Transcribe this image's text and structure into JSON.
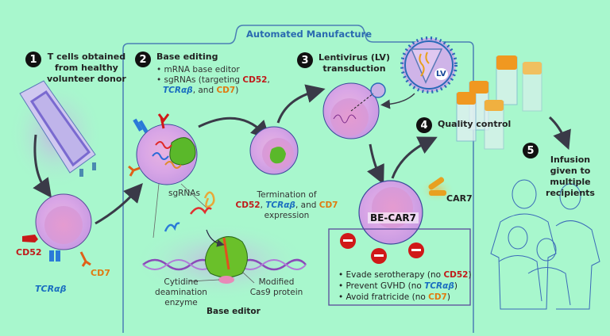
{
  "frame": {
    "title": "Automated Manufacture"
  },
  "steps": [
    {
      "number": "1",
      "title_lines": [
        "T cells obtained",
        "from healthy",
        "volunteer donor"
      ]
    },
    {
      "number": "2",
      "title": "Base editing",
      "bullets": [
        "mRNA base editor",
        "sgRNAs (targeting"
      ],
      "targets": {
        "cd52": "CD52",
        "tcr": "TCRαβ",
        "and": ", and ",
        "cd7": "CD7",
        "comma": ",",
        "close": ")"
      }
    },
    {
      "number": "3",
      "title_lines": [
        "Lentivirus (LV)",
        "transduction"
      ]
    },
    {
      "number": "4",
      "title": "Quality control"
    },
    {
      "number": "5",
      "title_lines": [
        "Infusion",
        "given to multiple",
        "recipients"
      ]
    }
  ],
  "markers": {
    "cd52": "CD52",
    "tcr": "TCRαβ",
    "cd7": "CD7"
  },
  "colors": {
    "background": "#a8f7cd",
    "cd52": "#c01a1a",
    "tcr": "#1a6ec0",
    "cd7": "#e07a10",
    "frame": "#4a7fb5",
    "cell": "#d9a6e6"
  },
  "labels": {
    "sgrnas": "sgRNAs",
    "termination": {
      "line1": "Termination of",
      "sep1": ", ",
      "sep2": ", and ",
      "line3": "expression"
    },
    "cytidine": [
      "Cytidine",
      "deamination",
      "enzyme"
    ],
    "cas9": [
      "Modified",
      "Cas9 protein"
    ],
    "base_editor": "Base editor",
    "lv": "LV",
    "car7": "CAR7",
    "be_car7": "BE-CAR7"
  },
  "outcomes": [
    {
      "text": "Evade serotherapy (no ",
      "marker": "CD52",
      "kind": "cd52",
      "close": ")"
    },
    {
      "text": "Prevent GVHD (no ",
      "marker": "TCRαβ",
      "kind": "tcr",
      "close": ")"
    },
    {
      "text": "Avoid fratricide (no ",
      "marker": "CD7",
      "kind": "cd7",
      "close": ")"
    }
  ]
}
